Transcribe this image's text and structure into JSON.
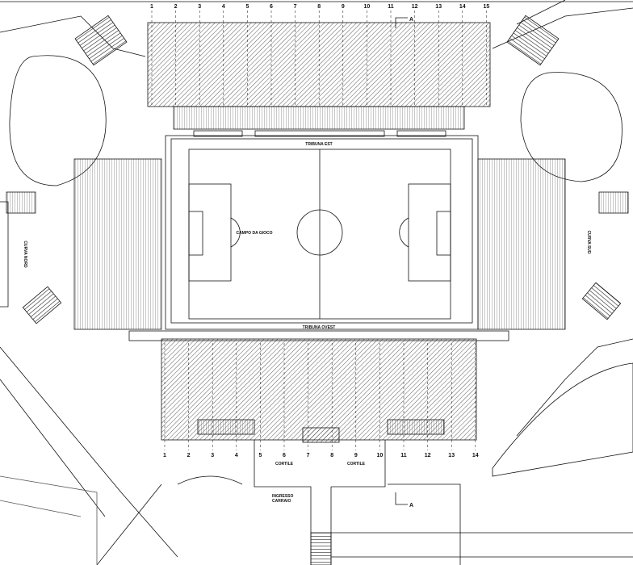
{
  "drawing": {
    "labels": {
      "tribuna_est": "TRIBUNA EST",
      "tribuna_ovest": "TRIBUNA OVEST",
      "campo": "CAMPO DA GIOCO",
      "curva_nord": "CURVA NORD",
      "curva_sud": "CURVA SUD",
      "cortile_1": "CORTILE",
      "cortile_2": "CORTILE",
      "ingresso_1": "INGRESSO",
      "ingresso_2": "CARRAIO",
      "section_top": "A",
      "section_bottom": "A"
    },
    "grid_top": [
      "1",
      "2",
      "3",
      "4",
      "5",
      "6",
      "7",
      "8",
      "9",
      "10",
      "11",
      "12",
      "13",
      "14",
      "15"
    ],
    "grid_bottom": [
      "1",
      "2",
      "3",
      "4",
      "5",
      "6",
      "7",
      "8",
      "9",
      "10",
      "11",
      "12",
      "13",
      "14"
    ],
    "colors": {
      "line": "#111111",
      "hatch": "#333333",
      "background": "#ffffff"
    }
  }
}
